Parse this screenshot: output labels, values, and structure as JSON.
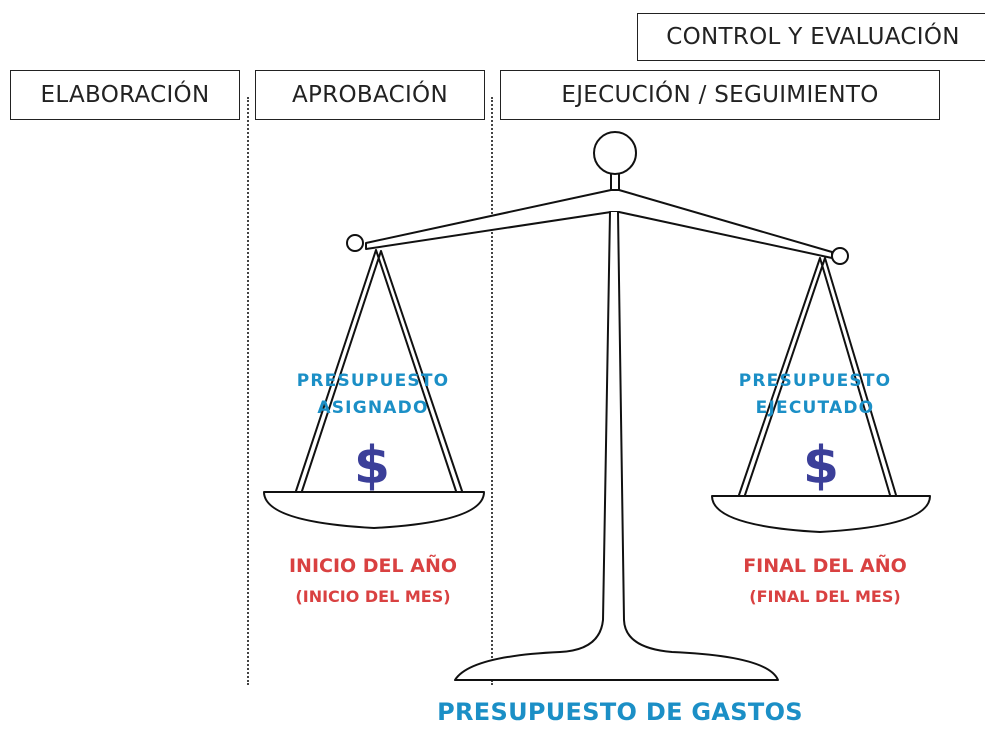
{
  "stages": {
    "elaboracion": "ELABORACIÓN",
    "aprobacion": "APROBACIÓN",
    "ejecucion": "EJECUCIÓN / SEGUIMIENTO",
    "control": "CONTROL Y EVALUACIÓN"
  },
  "left_pan": {
    "label_line1": "PRESUPUESTO",
    "label_line2": "ASIGNADO",
    "symbol": "$",
    "time_main": "INICIO DEL AÑO",
    "time_sub": "(INICIO DEL MES)"
  },
  "right_pan": {
    "label_line1": "PRESUPUESTO",
    "label_line2": "EJECUTADO",
    "symbol": "$",
    "time_main": "FINAL DEL AÑO",
    "time_sub": "(FINAL DEL MES)"
  },
  "title": "PRESUPUESTO DE GASTOS",
  "colors": {
    "label_blue": "#1b8fc6",
    "dollar_blue": "#3b3f99",
    "time_red": "#d94141",
    "outline": "#222222"
  }
}
